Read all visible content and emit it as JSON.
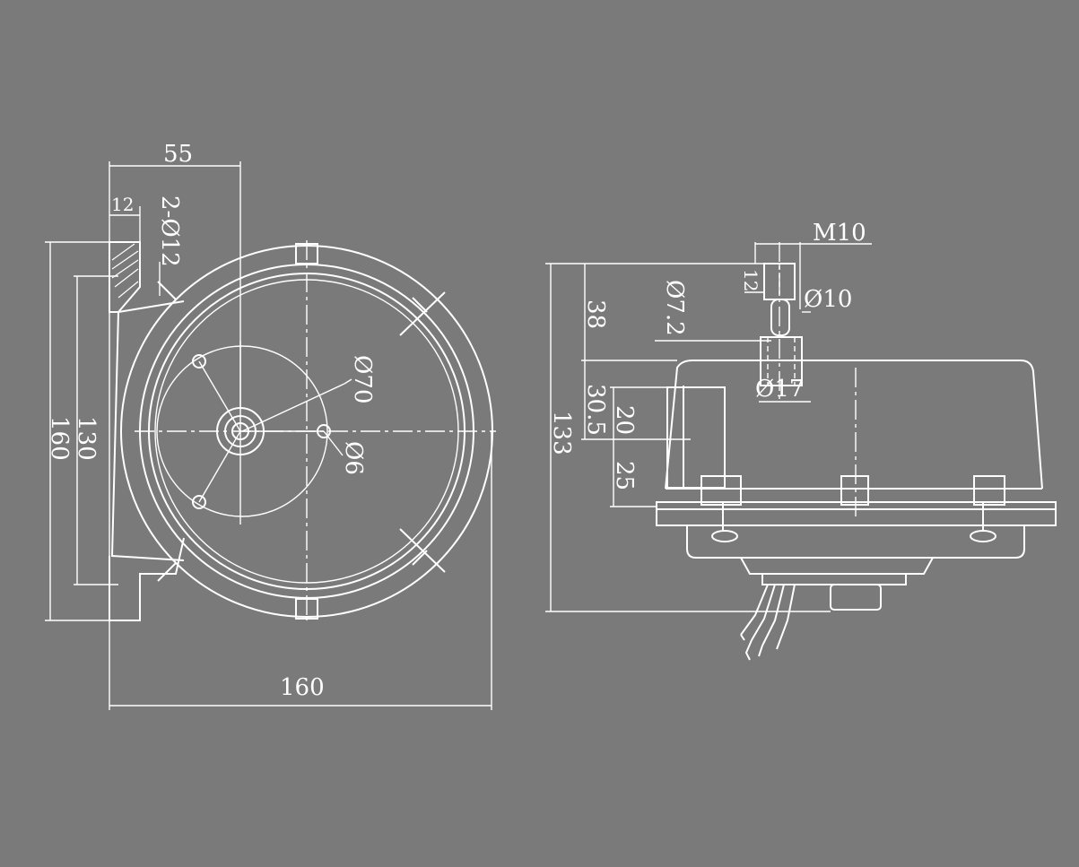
{
  "colors": {
    "background": "#7a7a7a",
    "line": "#ffffff"
  },
  "front_view": {
    "dims": {
      "width_top": "55",
      "flange": "12",
      "holes": "2-Ø12",
      "height_outer": "160",
      "height_inner": "130",
      "width_bottom": "160",
      "pcd": "Ø70",
      "hole_small": "Ø6"
    }
  },
  "side_view": {
    "dims": {
      "thread": "M10",
      "thread_len": "12",
      "stud": "Ø10",
      "pin": "Ø7.2",
      "height_38": "38",
      "boss": "Ø17",
      "height_30_5": "30.5",
      "height_20": "20",
      "height_25": "25",
      "height_total": "133"
    }
  }
}
